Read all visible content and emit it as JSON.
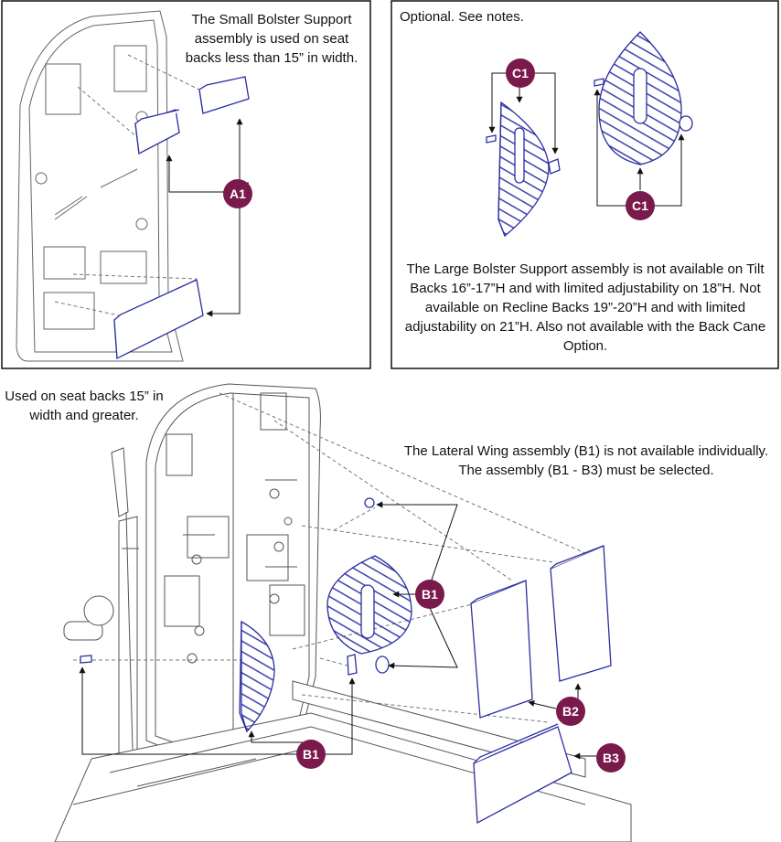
{
  "panels": {
    "small_bolster": {
      "note": "The Small Bolster Support assembly is used on seat backs less than 15” in width.",
      "callout": "A1"
    },
    "large_bolster": {
      "header": "Optional. See notes.",
      "callout": "C1",
      "note": "The Large Bolster Support assembly is not available on Tilt Backs 16”-17”H and with limited adjustability on 18”H. Not available on Recline Backs 19”-20”H and with limited adjustability on 21”H. Also not available with the Back Cane Option."
    },
    "lateral_wing": {
      "seat_note": "Used on seat backs 15” in width and greater.",
      "wing_note": "The Lateral Wing assembly (B1) is not available individually. The assembly (B1 - B3) must be selected.",
      "callouts": {
        "b1": "B1",
        "b2": "B2",
        "b3": "B3"
      }
    }
  },
  "colors": {
    "badge": "#7a1a4c",
    "part_line": "#2b2fa0",
    "frame_line": "#555555",
    "border": "#111111"
  }
}
